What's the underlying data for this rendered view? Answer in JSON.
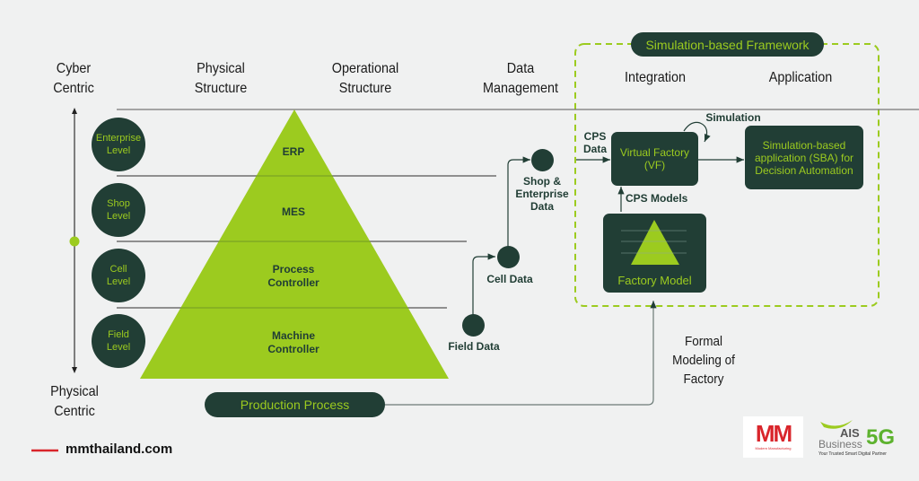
{
  "headers": {
    "cyber_centric": [
      "Cyber",
      "Centric"
    ],
    "physical_structure": [
      "Physical",
      "Structure"
    ],
    "operational_structure": [
      "Operational",
      "Structure"
    ],
    "data_management": [
      "Data",
      "Management"
    ],
    "integration": "Integration",
    "application": "Application",
    "physical_centric": [
      "Physical",
      "Centric"
    ]
  },
  "levels": [
    {
      "line1": "Enterprise",
      "line2": "Level"
    },
    {
      "line1": "Shop",
      "line2": "Level"
    },
    {
      "line1": "Cell",
      "line2": "Level"
    },
    {
      "line1": "Field",
      "line2": "Level"
    }
  ],
  "pyramid": {
    "layers": [
      {
        "line1": "ERP",
        "line2": ""
      },
      {
        "line1": "MES",
        "line2": ""
      },
      {
        "line1": "Process",
        "line2": "Controller"
      },
      {
        "line1": "Machine",
        "line2": "Controller"
      }
    ]
  },
  "data_nodes": {
    "shop_enterprise": [
      "Shop &",
      "Enterprise",
      "Data"
    ],
    "cell": "Cell Data",
    "field": "Field Data"
  },
  "framework": {
    "title": "Simulation-based Framework",
    "cps_data": [
      "CPS",
      "Data"
    ],
    "simulation": "Simulation",
    "virtual_factory": [
      "Virtual Factory",
      "(VF)"
    ],
    "sba": [
      "Simulation-based",
      "application (SBA) for",
      "Decision Automation"
    ],
    "cps_models": "CPS Models",
    "factory_model": "Factory Model"
  },
  "production_process": "Production Process",
  "formal_modeling": [
    "Formal",
    "Modeling of",
    "Factory"
  ],
  "footer": {
    "site": "mmthailand.com",
    "mm_logo": "MM",
    "mm_sub": "Modern Manufacturing",
    "ais_top": "AIS",
    "ais_business": "Business",
    "ais_5g": "5G",
    "ais_tagline": "Your Trusted Smart Digital Partner"
  },
  "colors": {
    "dark_green": "#213e35",
    "lime": "#9ccb1f",
    "background": "#f0f1f1",
    "accent_red": "#d9252b"
  }
}
